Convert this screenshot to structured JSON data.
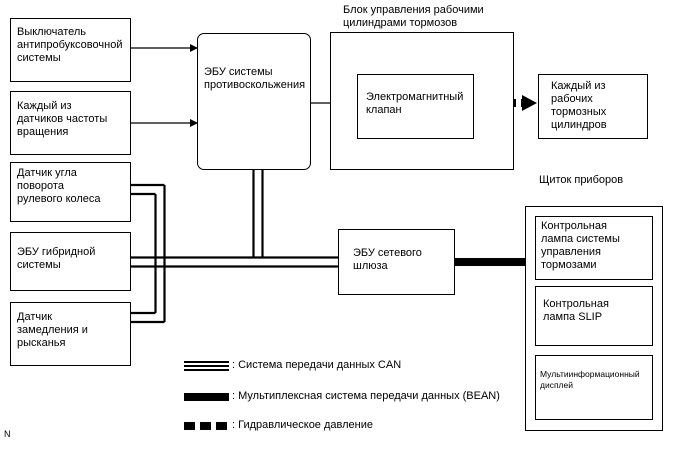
{
  "blocks": {
    "abs_switch": "Выключатель\nантипробуксовочной\nсистемы",
    "speed_sensors": "Каждый из\nдатчиков частоты\nвращения",
    "steering_sensor": "Датчик угла\nповорота\nрулевого колеса",
    "hybrid_ecu": "ЭБУ гибридной\nсистемы",
    "decel_sensor": "Датчик\nзамедления и\nрысканья",
    "skid_ecu": "ЭБУ системы\nпротивоскольжения",
    "actuator_title": "Блок управления рабочими\nцилиндрами тормозов",
    "solenoid": "Электромагнитный\nклапан",
    "wheel_cylinders": "Каждый из\nрабочих\nтормозных\nцилиндров",
    "gateway_ecu": "ЭБУ сетевого\nшлюза",
    "cluster_title": "Щиток приборов",
    "brake_lamp": "Контрольная\nлампа системы\nуправления\nтормозами",
    "slip_lamp": "Контрольная\nлампа SLIP",
    "multi_display": "Мультиинформационный\nдисплей"
  },
  "legend": {
    "can": ": Система передачи данных CAN",
    "bean": ": Мультиплексная система передачи данных (BEAN)",
    "hydraulic": ": Гидравлическое давление"
  },
  "corner_mark": "N"
}
